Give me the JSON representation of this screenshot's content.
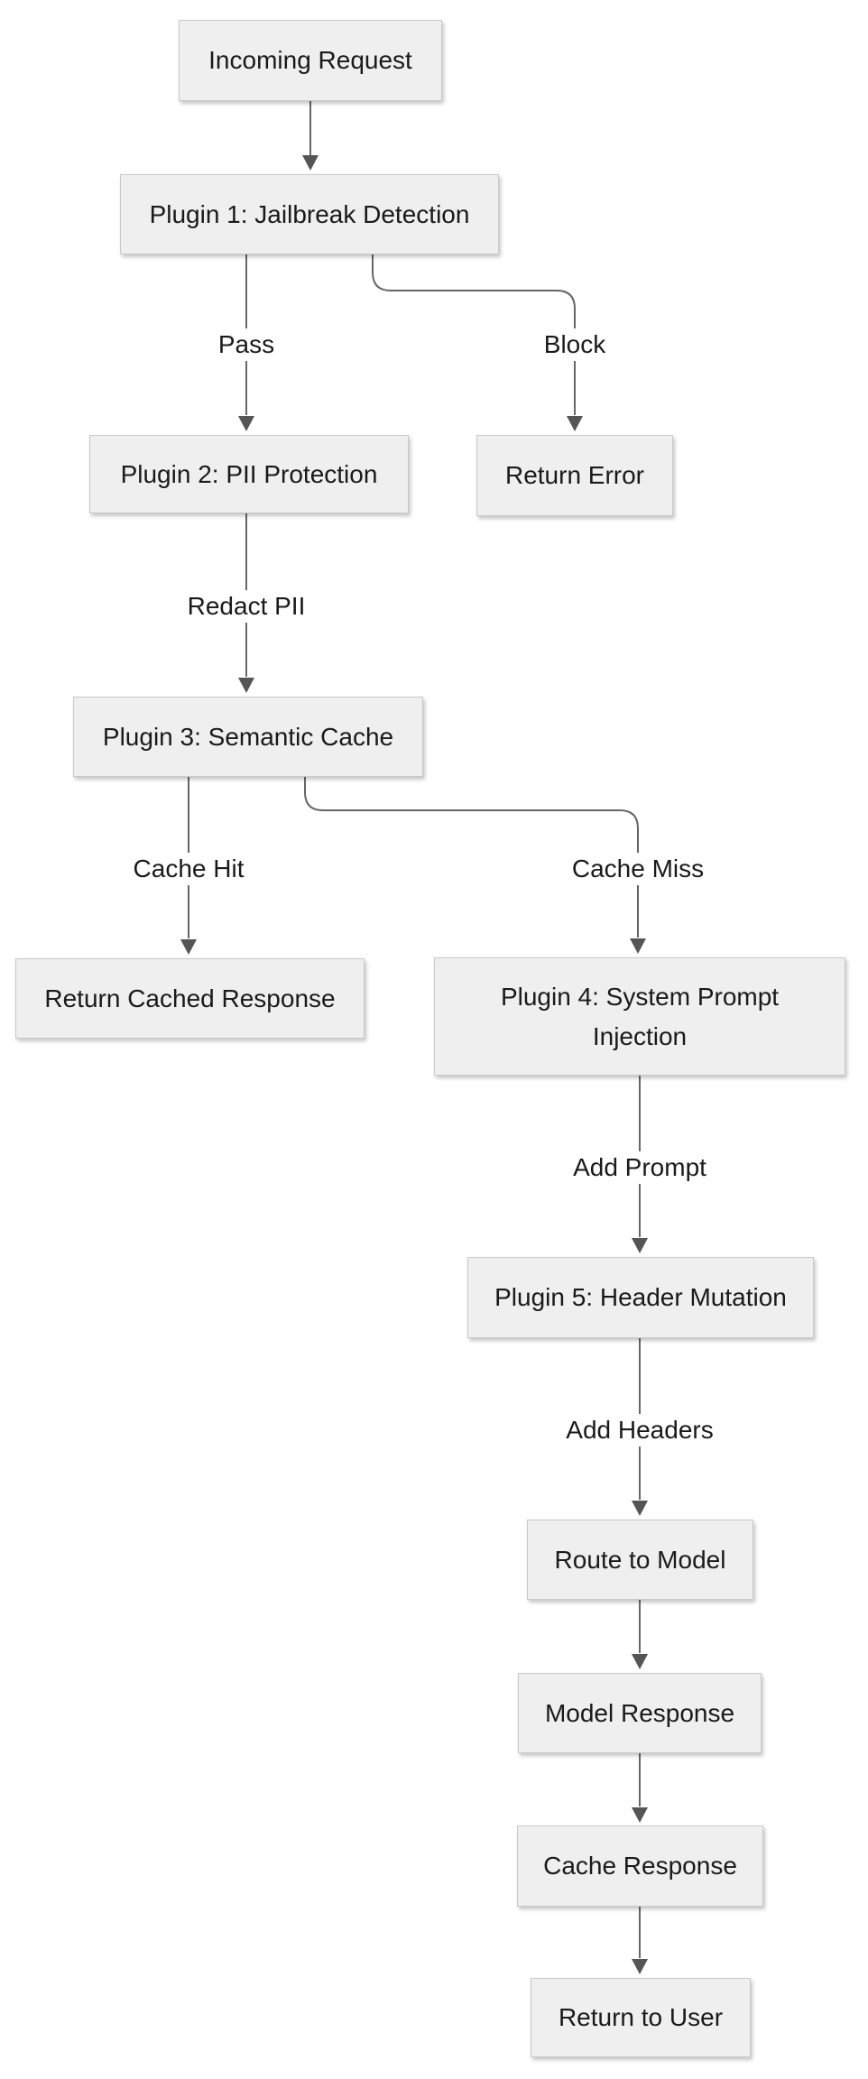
{
  "diagram": {
    "type": "flowchart",
    "direction": "top-down",
    "colors": {
      "node_fill": "#efefef",
      "node_border": "#c9c9c9",
      "edge_line": "#666666",
      "arrowhead": "#555555",
      "text": "#1a1a1a",
      "background": "#ffffff"
    },
    "nodes": [
      {
        "id": "incoming-request",
        "label": "Incoming Request"
      },
      {
        "id": "plugin1-jailbreak-detection",
        "label": "Plugin 1: Jailbreak Detection"
      },
      {
        "id": "plugin2-pii-protection",
        "label": "Plugin 2: PII Protection"
      },
      {
        "id": "return-error",
        "label": "Return Error"
      },
      {
        "id": "plugin3-semantic-cache",
        "label": "Plugin 3: Semantic Cache"
      },
      {
        "id": "return-cached-response",
        "label": "Return Cached Response"
      },
      {
        "id": "plugin4-system-prompt-injection",
        "label": "Plugin 4: System Prompt Injection"
      },
      {
        "id": "plugin5-header-mutation",
        "label": "Plugin 5: Header Mutation"
      },
      {
        "id": "route-to-model",
        "label": "Route to Model"
      },
      {
        "id": "model-response",
        "label": "Model Response"
      },
      {
        "id": "cache-response",
        "label": "Cache Response"
      },
      {
        "id": "return-to-user",
        "label": "Return to User"
      }
    ],
    "edge_labels": [
      {
        "id": "pass",
        "label": "Pass"
      },
      {
        "id": "block",
        "label": "Block"
      },
      {
        "id": "redact-pii",
        "label": "Redact PII"
      },
      {
        "id": "cache-hit",
        "label": "Cache Hit"
      },
      {
        "id": "cache-miss",
        "label": "Cache Miss"
      },
      {
        "id": "add-prompt",
        "label": "Add Prompt"
      },
      {
        "id": "add-headers",
        "label": "Add Headers"
      }
    ],
    "edges": [
      {
        "from": "Incoming Request",
        "to": "Plugin 1: Jailbreak Detection",
        "label": ""
      },
      {
        "from": "Plugin 1: Jailbreak Detection",
        "to": "Plugin 2: PII Protection",
        "label": "Pass"
      },
      {
        "from": "Plugin 1: Jailbreak Detection",
        "to": "Return Error",
        "label": "Block"
      },
      {
        "from": "Plugin 2: PII Protection",
        "to": "Plugin 3: Semantic Cache",
        "label": "Redact PII"
      },
      {
        "from": "Plugin 3: Semantic Cache",
        "to": "Return Cached Response",
        "label": "Cache Hit"
      },
      {
        "from": "Plugin 3: Semantic Cache",
        "to": "Plugin 4: System Prompt Injection",
        "label": "Cache Miss"
      },
      {
        "from": "Plugin 4: System Prompt Injection",
        "to": "Plugin 5: Header Mutation",
        "label": "Add Prompt"
      },
      {
        "from": "Plugin 5: Header Mutation",
        "to": "Route to Model",
        "label": "Add Headers"
      },
      {
        "from": "Route to Model",
        "to": "Model Response",
        "label": ""
      },
      {
        "from": "Model Response",
        "to": "Cache Response",
        "label": ""
      },
      {
        "from": "Cache Response",
        "to": "Return to User",
        "label": ""
      }
    ]
  }
}
